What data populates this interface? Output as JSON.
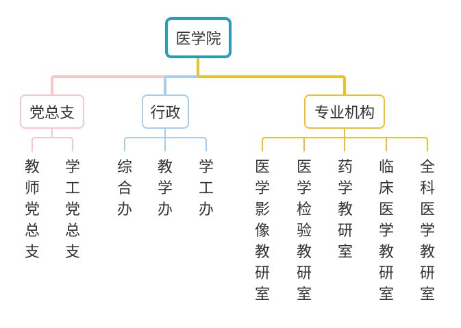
{
  "root": {
    "label": "医学院",
    "color": "#2a9bbd"
  },
  "branches": [
    {
      "label": "党总支",
      "color": "#f6c6c8",
      "children": [
        "教师党总支",
        "学工党总支"
      ]
    },
    {
      "label": "行政",
      "color": "#a6cdee",
      "children": [
        "综合办",
        "教学办",
        "学工办"
      ]
    },
    {
      "label": "专业机构",
      "color": "#f0bd2e",
      "children": [
        "医学影像教研室",
        "医学检验教研室",
        "药学教研室",
        "临床医学教研室",
        "全科医学教研室"
      ]
    }
  ]
}
